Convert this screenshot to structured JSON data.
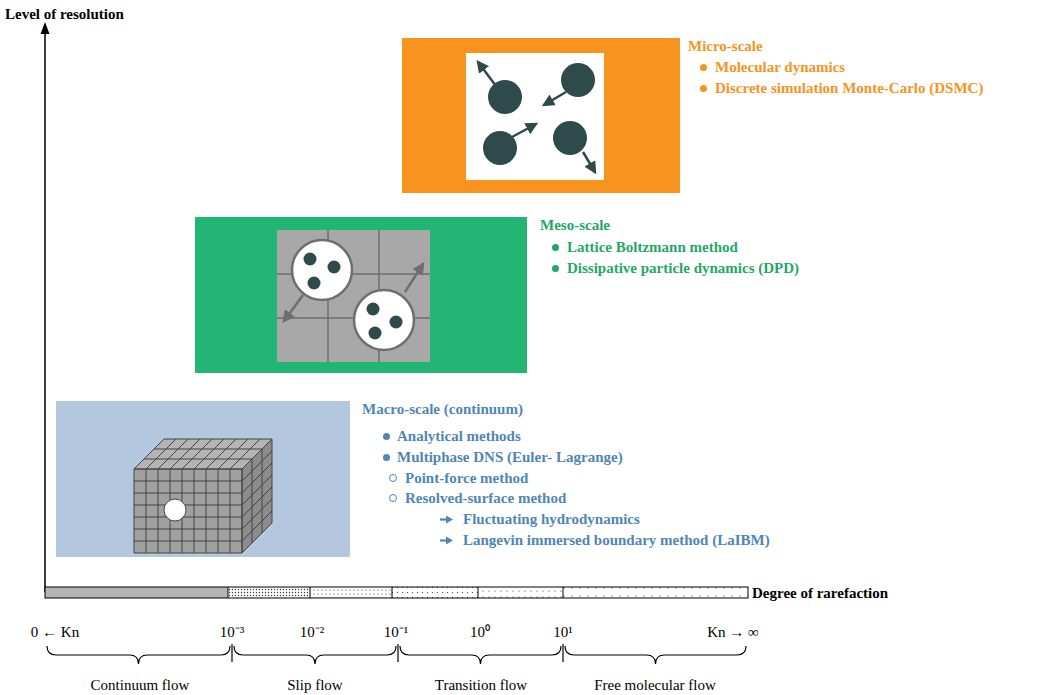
{
  "diagram": {
    "nodes": [
      {
        "text": [
          "Micro-scale",
          "Molecular dynamics",
          "Discrete simulation Monte-Carlo (DSMC)"
        ]
      },
      {
        "text": [
          "Meso-scale",
          "Lattice Boltzmann method",
          "Dissipative particle dynamics (DPD)"
        ]
      },
      {
        "text": [
          "Macro-scale (continuum)",
          "Analytical methods",
          "Multiphase DNS (Euler- Lagrange)",
          "Point-force method",
          "Resolved-surface method",
          "Fluctuating hydrodynamics",
          "Langevin immersed boundary method (LaIBM)"
        ]
      }
    ],
    "labels": [
      "Level of resolution",
      "Degree of rarefaction",
      "0 ← Kn",
      "10⁻³",
      "10⁻²",
      "10⁻¹",
      "10⁰",
      "10¹",
      "Kn → ∞",
      "Continuum flow",
      "Slip flow",
      "Transition flow",
      "Free molecular flow"
    ]
  }
}
